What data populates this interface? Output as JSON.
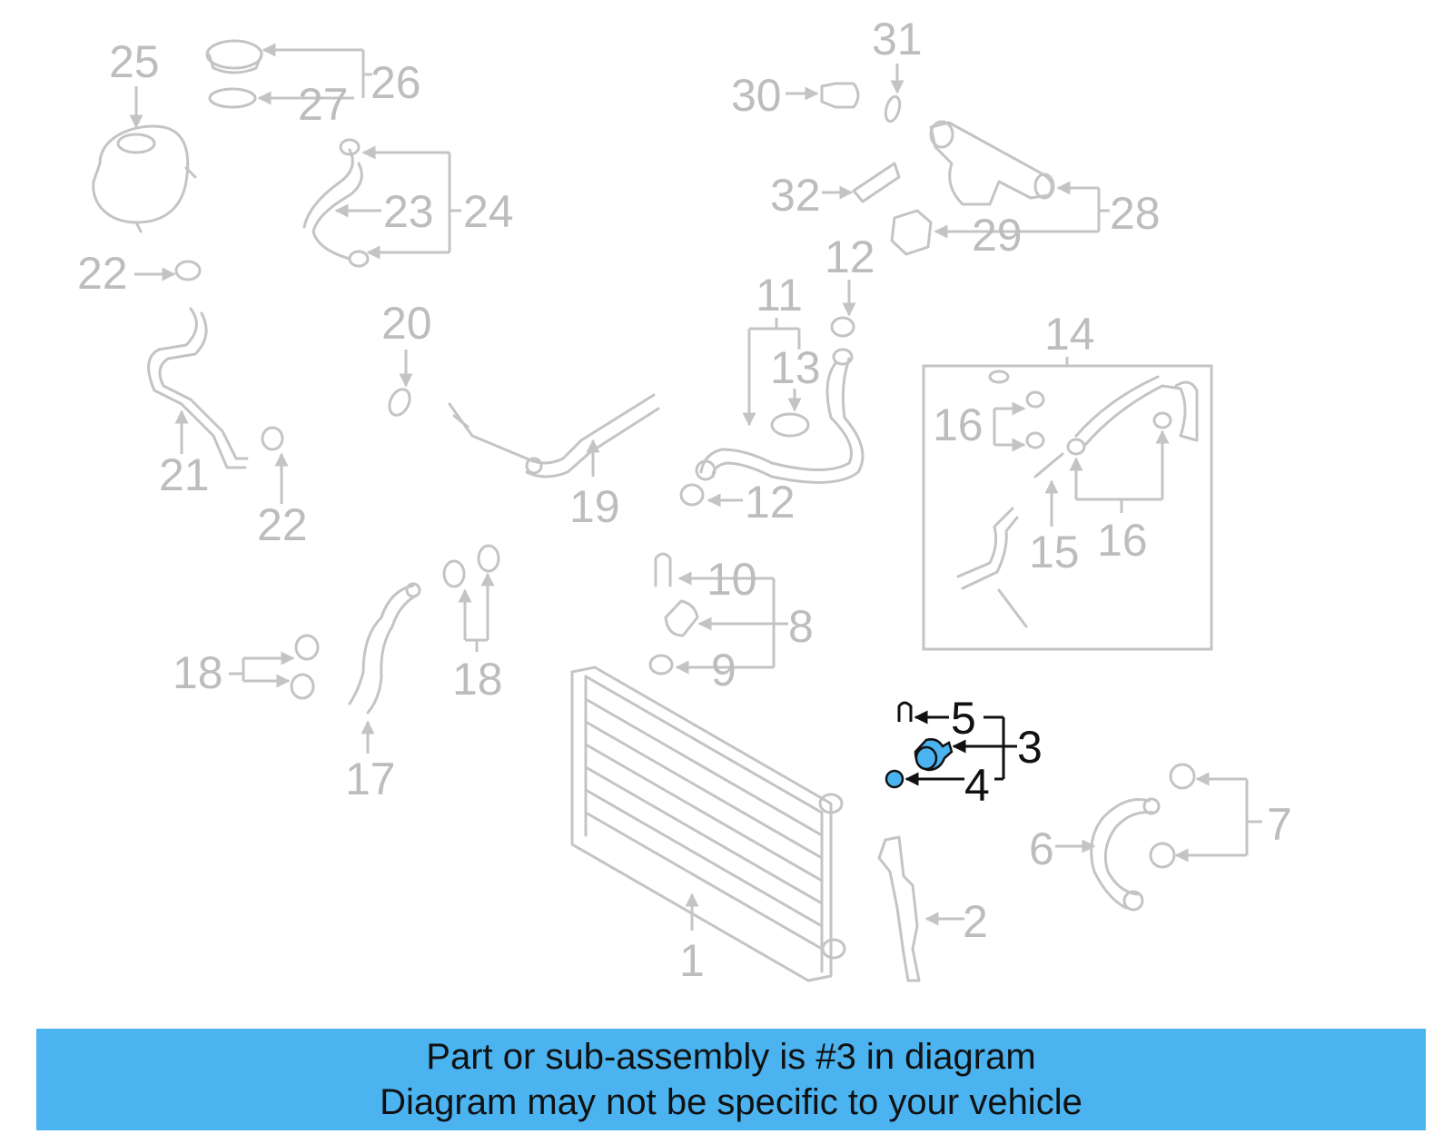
{
  "callouts": {
    "c1": "1",
    "c2": "2",
    "c3": "3",
    "c4": "4",
    "c5": "5",
    "c6": "6",
    "c7": "7",
    "c8": "8",
    "c9": "9",
    "c10": "10",
    "c11": "11",
    "c12a": "12",
    "c12b": "12",
    "c13": "13",
    "c14": "14",
    "c15": "15",
    "c16a": "16",
    "c16b": "16",
    "c17": "17",
    "c18a": "18",
    "c18b": "18",
    "c19": "19",
    "c20": "20",
    "c21": "21",
    "c22a": "22",
    "c22b": "22",
    "c23": "23",
    "c24": "24",
    "c25": "25",
    "c26": "26",
    "c27": "27",
    "c28": "28",
    "c29": "29",
    "c30": "30",
    "c31": "31",
    "c32": "32"
  },
  "highlighted_part": "3",
  "colors": {
    "highlight": "#4ab3f0",
    "inactive": "#c4c4c4",
    "banner": "#4ab3f0"
  },
  "banner": {
    "line1": "Part or sub-assembly is #3 in diagram",
    "line2": "Diagram may not be specific to your vehicle"
  }
}
